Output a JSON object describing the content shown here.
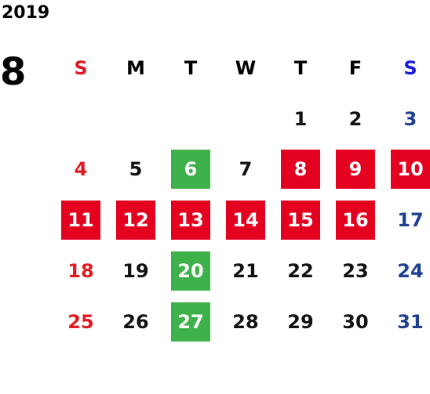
{
  "year": "2019",
  "month": "8",
  "weekdays": [
    "S",
    "M",
    "T",
    "W",
    "T",
    "F",
    "S"
  ],
  "weeks": [
    [
      "",
      "",
      "",
      "",
      "1",
      "2",
      "3"
    ],
    [
      "4",
      "5",
      "6",
      "7",
      "8",
      "9",
      "10"
    ],
    [
      "11",
      "12",
      "13",
      "14",
      "15",
      "16",
      "17"
    ],
    [
      "18",
      "19",
      "20",
      "21",
      "22",
      "23",
      "24"
    ],
    [
      "25",
      "26",
      "27",
      "28",
      "29",
      "30",
      "31"
    ]
  ],
  "highlights": {
    "red": [
      "8",
      "9",
      "10",
      "11",
      "12",
      "13",
      "14",
      "15",
      "16"
    ],
    "green": [
      "6",
      "20",
      "27"
    ]
  },
  "colors": {
    "sunday": "#e01a22",
    "saturday_header": "#1a1adf",
    "saturday": "#1f3f8f",
    "red_highlight": "#e4001f",
    "green_highlight": "#3fb14a"
  }
}
